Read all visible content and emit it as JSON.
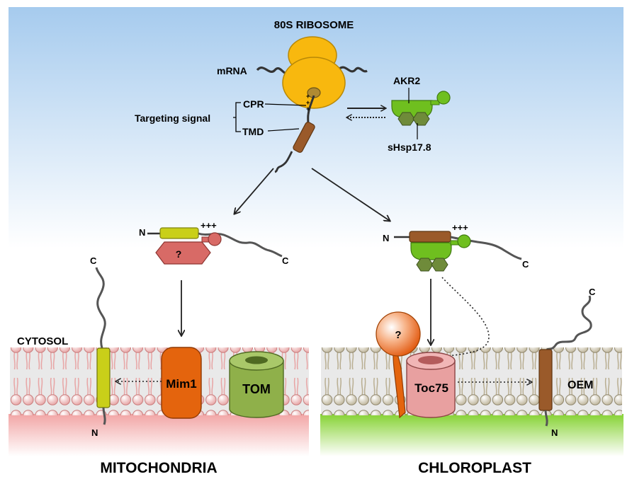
{
  "labels": {
    "ribosome": "80S RIBOSOME",
    "mrna": "mRNA",
    "targeting_signal": "Targeting signal",
    "cpr": "CPR",
    "tmd": "TMD",
    "akr2": "AKR2",
    "shsp": "sHsp17.8",
    "cytosol": "CYTOSOL",
    "mim1": "Mim1",
    "tom": "TOM",
    "toc75": "Toc75",
    "oem": "OEM",
    "mitochondria": "MITOCHONDRIA",
    "chloroplast": "CHLOROPLAST",
    "unknown": "?",
    "n_term": "N",
    "c_term": "C",
    "plus_charges": "+++",
    "plus_vertical": "+++"
  },
  "colors": {
    "sky_top": "#a9cdf0",
    "sky_bottom": "#ffffff",
    "ribosome": "#f8b80e",
    "akr2": "#6fbf1f",
    "shsp": "#6f8b3a",
    "tmd_brown": "#9a5a2a",
    "tmd_yellow": "#c9cf19",
    "unknown_red": "#d86a66",
    "mim1": "#e4640d",
    "tom": "#8fb04a",
    "toc75": "#e8a0a0",
    "mito_matrix": "#f0a0a0",
    "chloro_stroma": "#8ed63c"
  }
}
